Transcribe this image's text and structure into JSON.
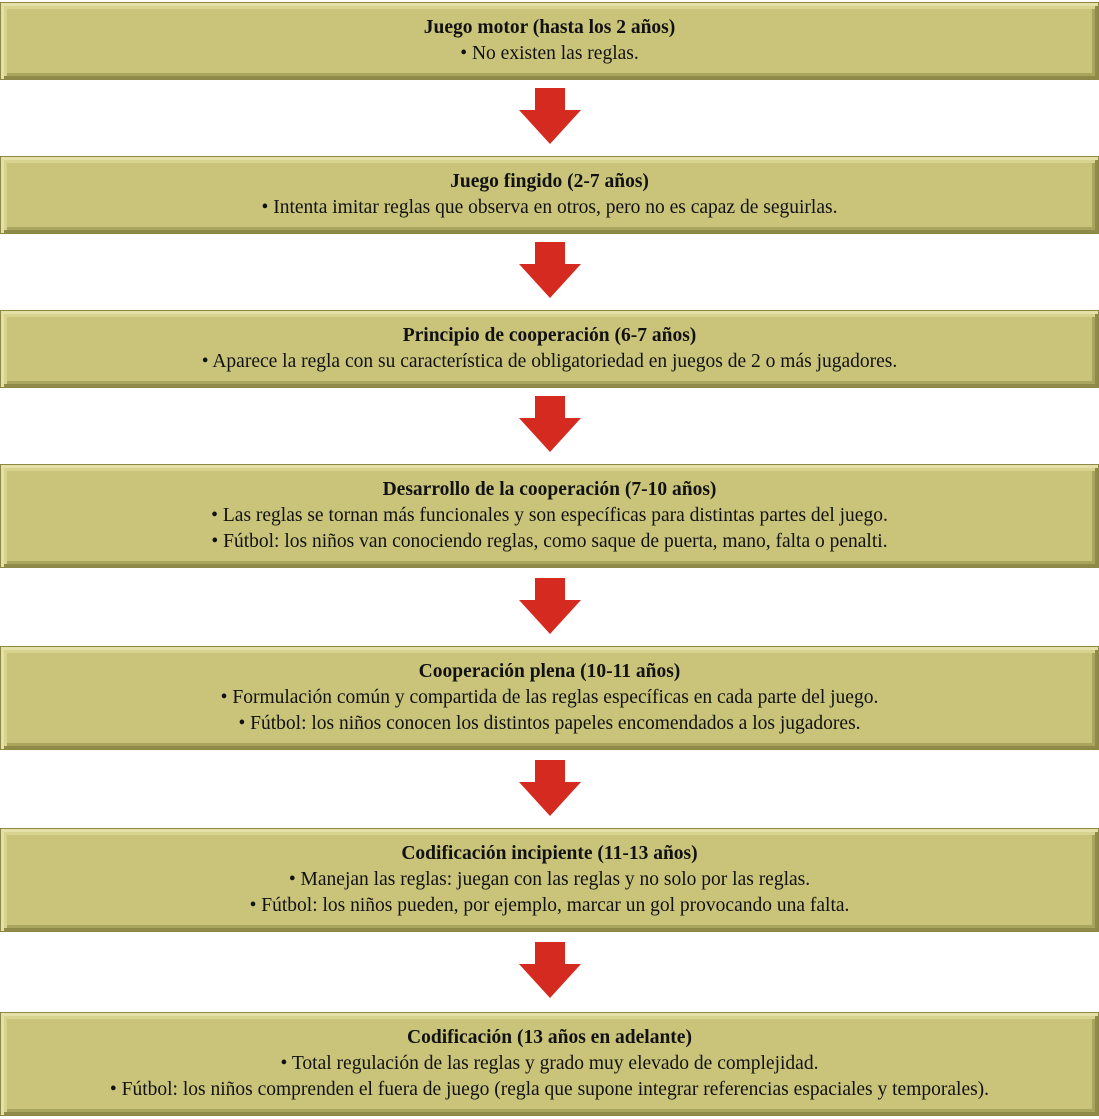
{
  "stages": [
    {
      "title": "Juego motor (hasta los 2 años)",
      "bullets": [
        "• No existen las reglas."
      ]
    },
    {
      "title": "Juego fingido (2-7 años)",
      "bullets": [
        "• Intenta imitar reglas que observa en otros, pero no es capaz de seguirlas."
      ]
    },
    {
      "title": "Principio de cooperación (6-7 años)",
      "bullets": [
        "• Aparece la regla con su característica de obligatoriedad en juegos de 2 o más jugadores."
      ]
    },
    {
      "title": "Desarrollo de la cooperación (7-10 años)",
      "bullets": [
        "• Las reglas se tornan más funcionales y son específicas para distintas partes del juego.",
        "• Fútbol: los niños van conociendo reglas, como saque de puerta, mano, falta o penalti."
      ]
    },
    {
      "title": "Cooperación plena (10-11 años)",
      "bullets": [
        "• Formulación común y compartida de las reglas específicas en cada parte del juego.",
        "• Fútbol: los niños conocen los distintos papeles encomendados a los jugadores."
      ]
    },
    {
      "title": "Codificación incipiente (11-13 años)",
      "bullets": [
        "• Manejan las reglas: juegan con las reglas y no solo por las reglas.",
        "• Fútbol: los niños pueden, por ejemplo, marcar un gol provocando una falta."
      ]
    },
    {
      "title": "Codificación (13 años en adelante)",
      "bullets": [
        "• Total regulación de las reglas y grado muy elevado de complejidad.",
        "• Fútbol: los niños comprenden el fuera de juego (regla que supone integrar referencias espaciales y temporales)."
      ]
    }
  ],
  "colors": {
    "box_fill": "#c9c47a",
    "arrow_fill": "#d42a1f"
  },
  "icons": {
    "connector": "down-arrow-icon"
  }
}
